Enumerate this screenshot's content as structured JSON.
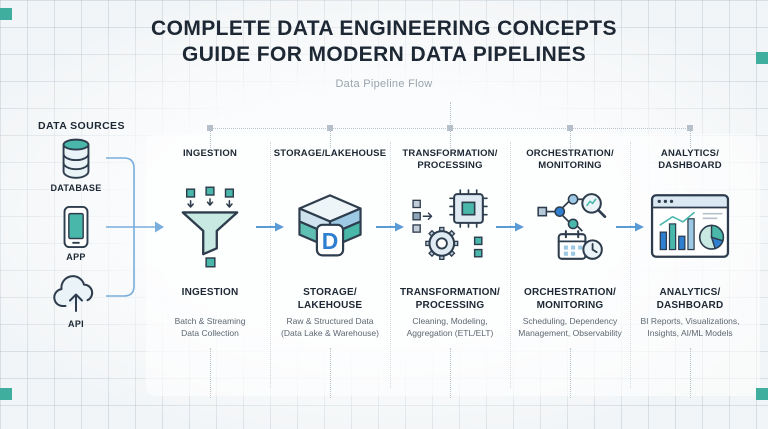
{
  "header": {
    "title_line1": "COMPLETE DATA ENGINEERING CONCEPTS",
    "title_line2": "GUIDE FOR MODERN DATA PIPELINES",
    "subtitle": "Data Pipeline Flow"
  },
  "data_sources": {
    "label": "DATA SOURCES",
    "items": [
      {
        "label": "DATABASE",
        "icon": "database-icon"
      },
      {
        "label": "APP",
        "icon": "smartphone-icon"
      },
      {
        "label": "API",
        "icon": "cloud-upload-icon"
      }
    ]
  },
  "stages": [
    {
      "header": "INGESTION",
      "title": "INGESTION",
      "description": "Batch & Streaming\nData Collection",
      "icon": "funnel-icon"
    },
    {
      "header": "STORAGE/LAKEHOUSE",
      "title": "STORAGE/\nLAKEHOUSE",
      "description": "Raw & Structured Data\n(Data Lake & Warehouse)",
      "icon": "lakehouse-layers-icon"
    },
    {
      "header": "TRANSFORMATION/\nPROCESSING",
      "title": "TRANSFORMATION/\nPROCESSING",
      "description": "Cleaning, Modeling,\nAggregation (ETL/ELT)",
      "icon": "chip-gears-icon"
    },
    {
      "header": "ORCHESTRATION/\nMONITORING",
      "title": "ORCHESTRATION/\nMONITORING",
      "description": "Scheduling, Dependency\nManagement, Observability",
      "icon": "dag-monitor-icon"
    },
    {
      "header": "ANALYTICS/\nDASHBOARD",
      "title": "ANALYTICS/\nDASHBOARD",
      "description": "BI Reports, Visualizations,\nInsights, AI/ML Models",
      "icon": "dashboard-icon"
    }
  ],
  "colors": {
    "teal": "#49b7aa",
    "blue": "#2f7fd0",
    "arrow_blue": "#5b9bd5",
    "outline": "#2e3d4d"
  }
}
